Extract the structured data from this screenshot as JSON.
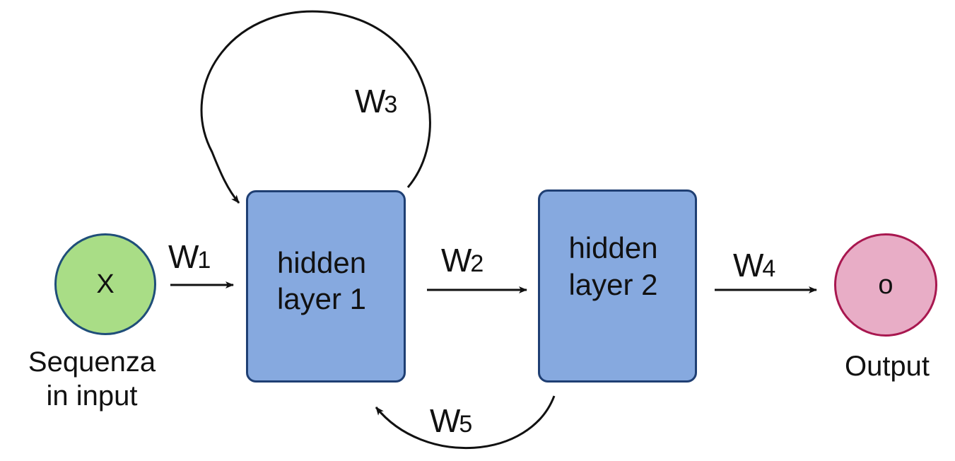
{
  "input_node": {
    "letter": "X",
    "caption_line1": "Sequenza",
    "caption_line2": "in input",
    "fill": "#a9dd86",
    "stroke": "#1f4e79"
  },
  "hidden_layer_1": {
    "line1": "hidden",
    "line2": "layer 1",
    "fill": "#86a9df",
    "stroke": "#1f3f73"
  },
  "hidden_layer_2": {
    "line1": "hidden",
    "line2": "layer 2",
    "fill": "#86a9df",
    "stroke": "#1f3f73"
  },
  "output_node": {
    "letter": "o",
    "caption": "Output",
    "fill": "#e8adc6",
    "stroke": "#a8174f"
  },
  "weights": {
    "w1": {
      "base": "W",
      "sub": "1"
    },
    "w2": {
      "base": "W",
      "sub": "2"
    },
    "w3": {
      "base": "W",
      "sub": "3"
    },
    "w4": {
      "base": "W",
      "sub": "4"
    },
    "w5": {
      "base": "W",
      "sub": "5"
    }
  },
  "edges": [
    {
      "from": "input_node",
      "to": "hidden_layer_1",
      "weight": "w1"
    },
    {
      "from": "hidden_layer_1",
      "to": "hidden_layer_2",
      "weight": "w2"
    },
    {
      "from": "hidden_layer_1",
      "to": "hidden_layer_1",
      "weight": "w3"
    },
    {
      "from": "hidden_layer_2",
      "to": "output_node",
      "weight": "w4"
    },
    {
      "from": "hidden_layer_2",
      "to": "hidden_layer_1",
      "weight": "w5"
    }
  ]
}
